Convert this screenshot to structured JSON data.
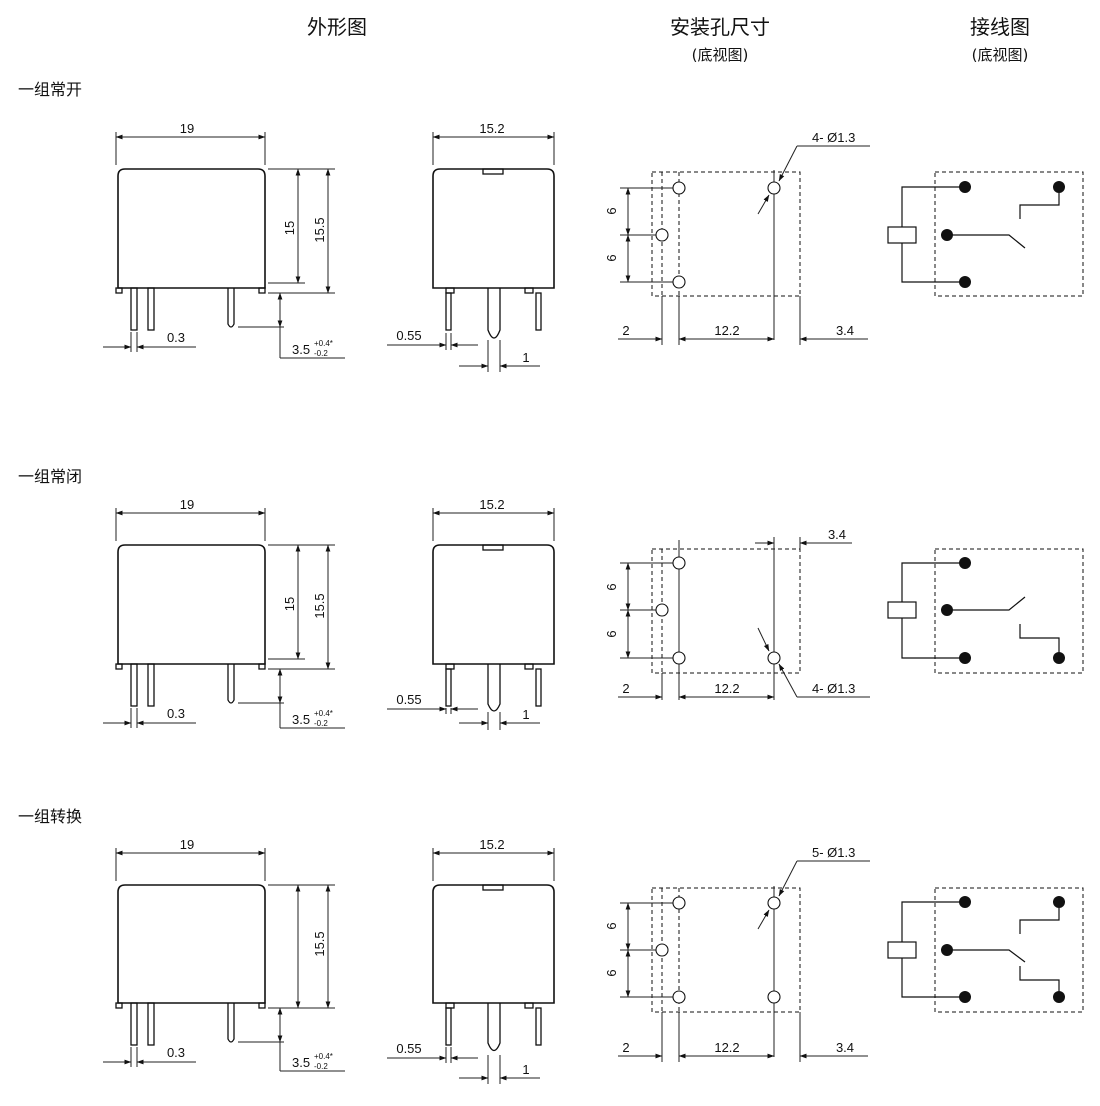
{
  "headers": {
    "outline": "外形图",
    "mounting": "安装孔尺寸",
    "mounting_sub": "(底视图)",
    "wiring": "接线图",
    "wiring_sub": "(底视图)"
  },
  "rows": [
    {
      "label": "一组常开",
      "width": "19",
      "height_inner": "15",
      "height_outer": "15.5",
      "pin_thick": "0.3",
      "pin_len": "3.5",
      "pin_tol_plus": "+0.4*",
      "pin_tol_minus": "-0.2",
      "depth": "15.2",
      "pin_w": "0.55",
      "pin_pitch": "1",
      "hole_label": "4- Ø1.3",
      "spacing_a": "6",
      "spacing_b": "6",
      "off_left": "2",
      "span": "12.2",
      "off_right": "3.4"
    },
    {
      "label": "一组常闭",
      "width": "19",
      "height_inner": "15",
      "height_outer": "15.5",
      "pin_thick": "0.3",
      "pin_len": "3.5",
      "pin_tol_plus": "+0.4*",
      "pin_tol_minus": "-0.2",
      "depth": "15.2",
      "pin_w": "0.55",
      "pin_pitch": "1",
      "hole_label": "4- Ø1.3",
      "spacing_a": "6",
      "spacing_b": "6",
      "off_left": "2",
      "span": "12.2",
      "off_right": "3.4"
    },
    {
      "label": "一组转换",
      "width": "19",
      "height_outer": "15.5",
      "pin_thick": "0.3",
      "pin_len": "3.5",
      "pin_tol_plus": "+0.4*",
      "pin_tol_minus": "-0.2",
      "depth": "15.2",
      "pin_w": "0.55",
      "pin_pitch": "1",
      "hole_label": "5- Ø1.3",
      "spacing_a": "6",
      "spacing_b": "6",
      "off_left": "2",
      "span": "12.2",
      "off_right": "3.4"
    }
  ]
}
